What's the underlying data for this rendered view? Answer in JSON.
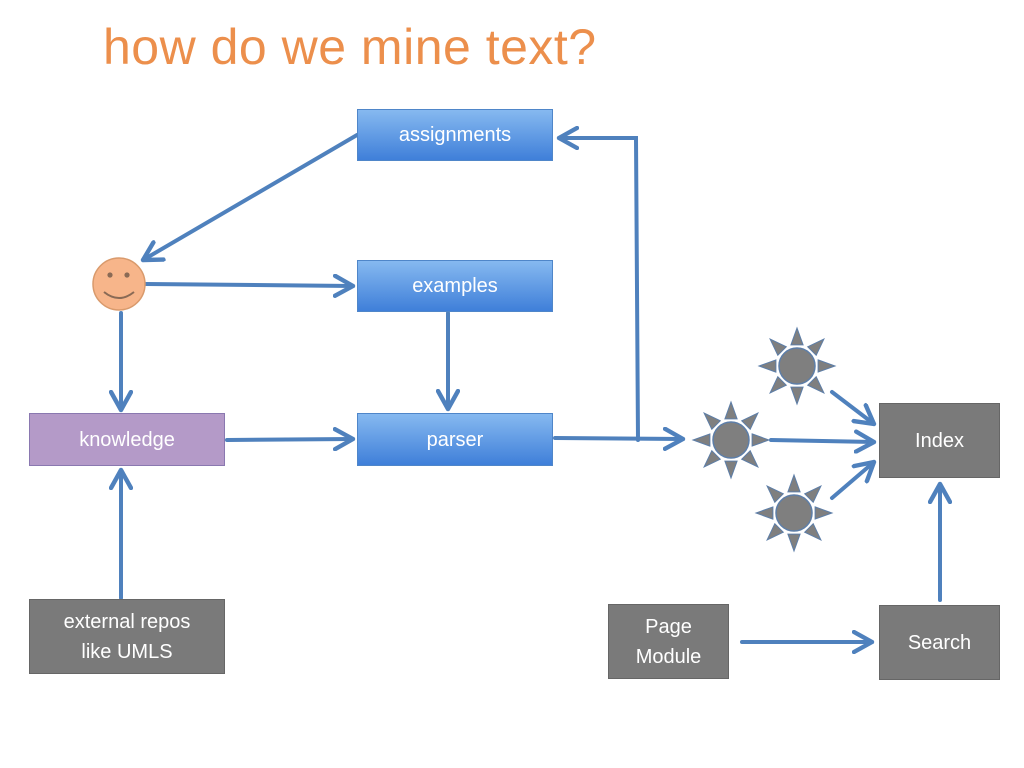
{
  "title": "how do we mine text?",
  "nodes": {
    "assignments": "assignments",
    "examples": "examples",
    "parser": "parser",
    "knowledge": "knowledge",
    "external": "external repos\nlike UMLS",
    "page_module": "Page\nModule",
    "search": "Search",
    "index": "Index"
  },
  "colors": {
    "title": "#ec8f4c",
    "arrow": "#4f81bd",
    "process_box": "#4f86d9",
    "knowledge_box": "#b49ac8",
    "system_box": "#7a7a7a",
    "person": "#f7b58a",
    "sun": "#7f7f7f"
  },
  "icons": [
    "smiley-face-icon",
    "sun-icon",
    "sun-icon",
    "sun-icon"
  ]
}
